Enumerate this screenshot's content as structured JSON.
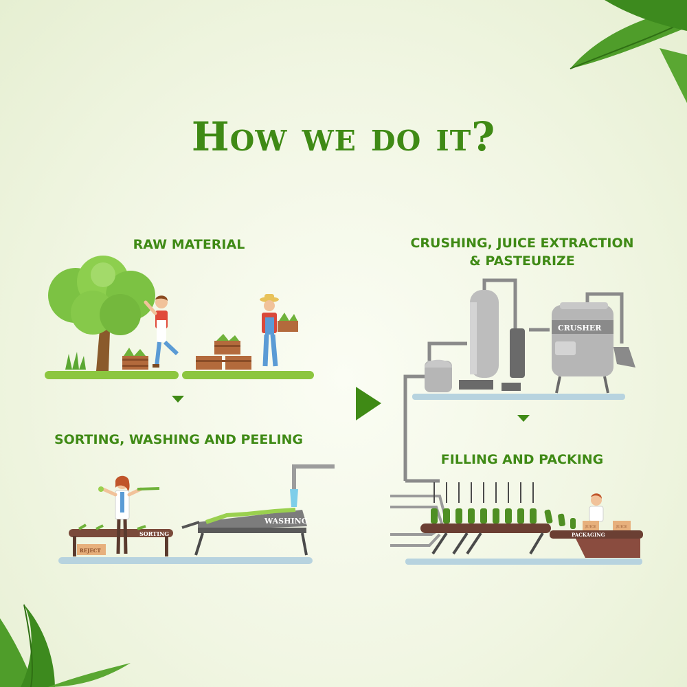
{
  "title": "How we do it?",
  "steps": {
    "raw_material": "RAW MATERIAL",
    "sorting": "SORTING, WASHING AND PEELING",
    "crushing_line1": "CRUSHING, JUICE EXTRACTION",
    "crushing_line2": "& PASTEURIZE",
    "filling": "FILLING AND PACKING"
  },
  "machine_labels": {
    "sorting": "SORTING",
    "washing": "WASHING",
    "reject": "REJECT",
    "crusher": "CRUSHER",
    "packaging": "PACKAGING",
    "box1": "JUICE",
    "box2": "JUICE"
  },
  "colors": {
    "title_green": "#3f8a15",
    "arrow_green": "#3f8a15",
    "leaf_green": "#4f9d2a",
    "ground_green": "#8cc63f",
    "floor_blue": "#b7d3df",
    "machine_gray": "#b6b6b6"
  }
}
